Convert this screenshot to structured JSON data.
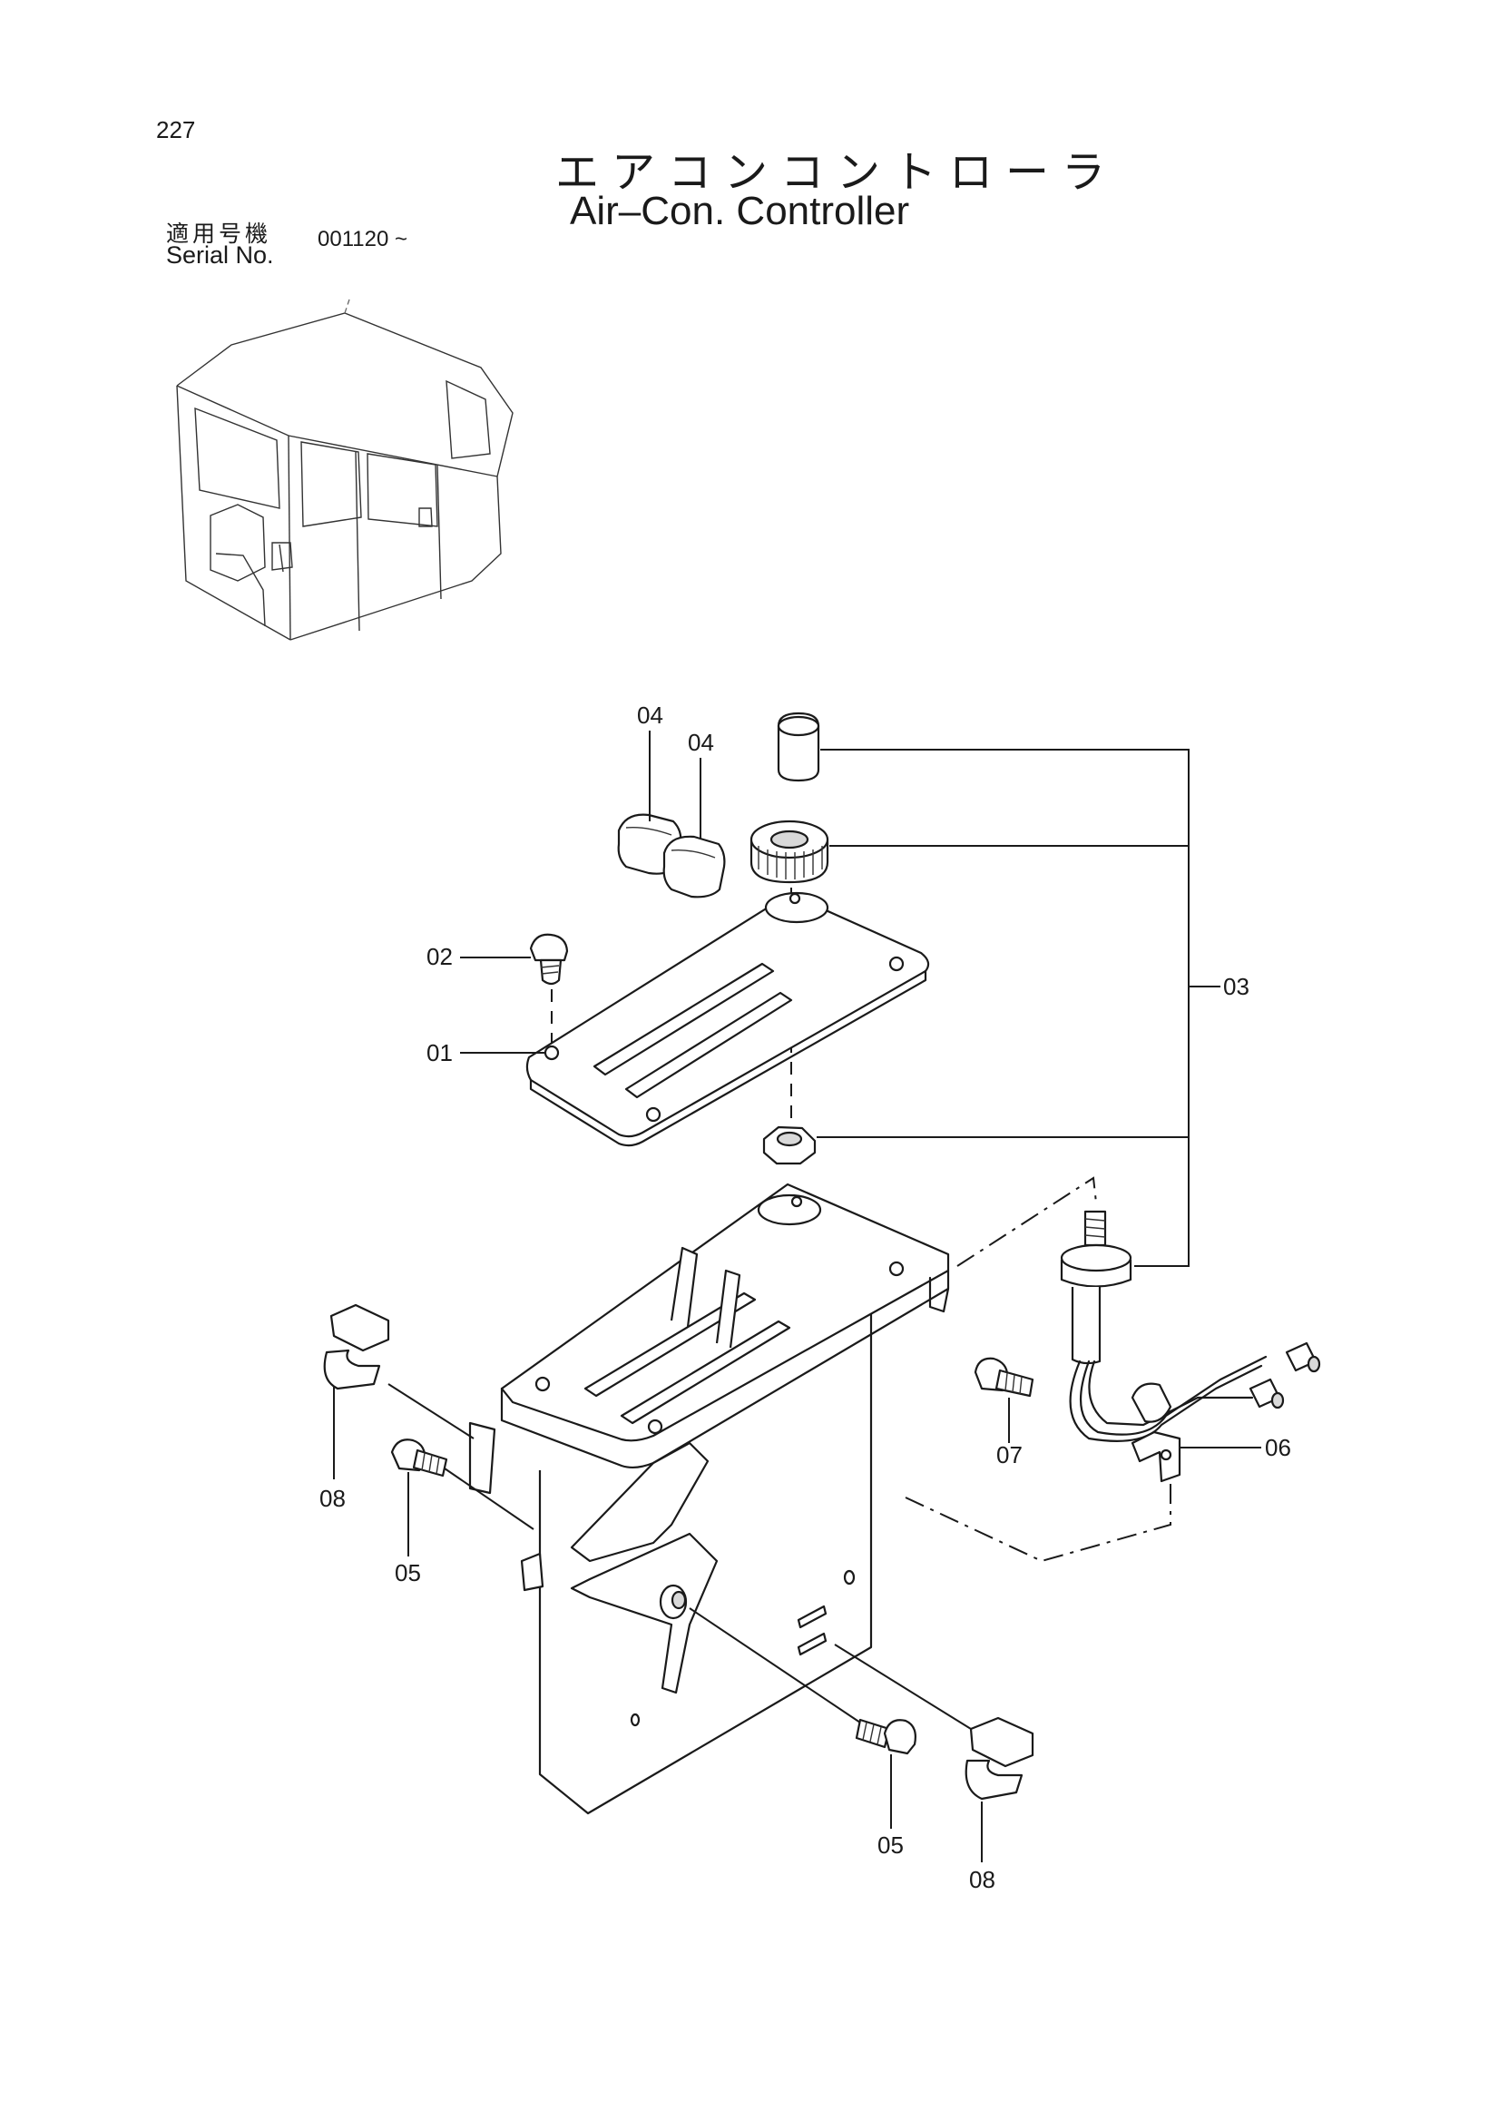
{
  "page_number": "227",
  "title_jp": "エアコンコントローラ",
  "title_en": "Air–Con.  Controller",
  "serial_label_jp": "適用号機",
  "serial_label_en": "Serial No.",
  "serial_value": "001120 ~",
  "callouts": {
    "c01": "01",
    "c02": "02",
    "c03": "03",
    "c04a": "04",
    "c04b": "04",
    "c05a": "05",
    "c05b": "05",
    "c06": "06",
    "c07": "07",
    "c08a": "08",
    "c08b": "08"
  }
}
